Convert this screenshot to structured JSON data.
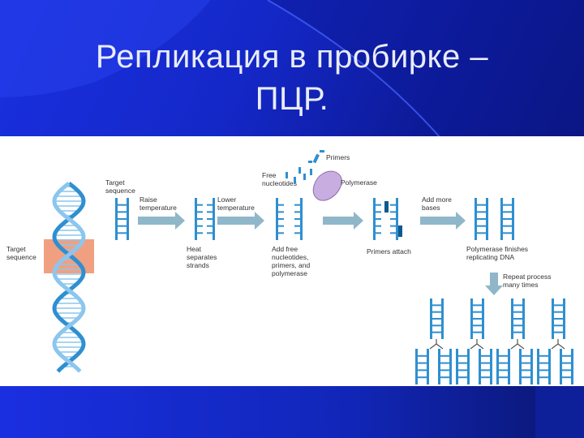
{
  "slide": {
    "title_line1": "Репликация в пробирке –",
    "title_line2": "ПЦР."
  },
  "figure": {
    "left_label": [
      "Target",
      "sequence"
    ],
    "top_target_label": [
      "Target",
      "sequence"
    ],
    "raise_label": [
      "Raise",
      "temperature"
    ],
    "lower_label": [
      "Lower",
      "temperature"
    ],
    "heat_label": [
      "Heat",
      "separates",
      "strands"
    ],
    "free_nucleotides_label": [
      "Free",
      "nucleotides"
    ],
    "primers_label": "Primers",
    "polymerase_label": "Polymerase",
    "add_free_label": [
      "Add free",
      "nucleotides,",
      "primers, and",
      "polymerase"
    ],
    "primers_attach_label": "Primers attach",
    "add_more_bases_label": [
      "Add more",
      "bases"
    ],
    "polymerase_finishes_label": [
      "Polymerase finishes",
      "replicating DNA"
    ],
    "repeat_label": [
      "Repeat process",
      "many times"
    ]
  },
  "colors": {
    "dna_blue": "#2f8fd0",
    "dna_light": "#8cc6ee",
    "arrow_fill": "#8fb7c9",
    "target_box": "#f0a080",
    "polymerase": "#c8aee0"
  }
}
